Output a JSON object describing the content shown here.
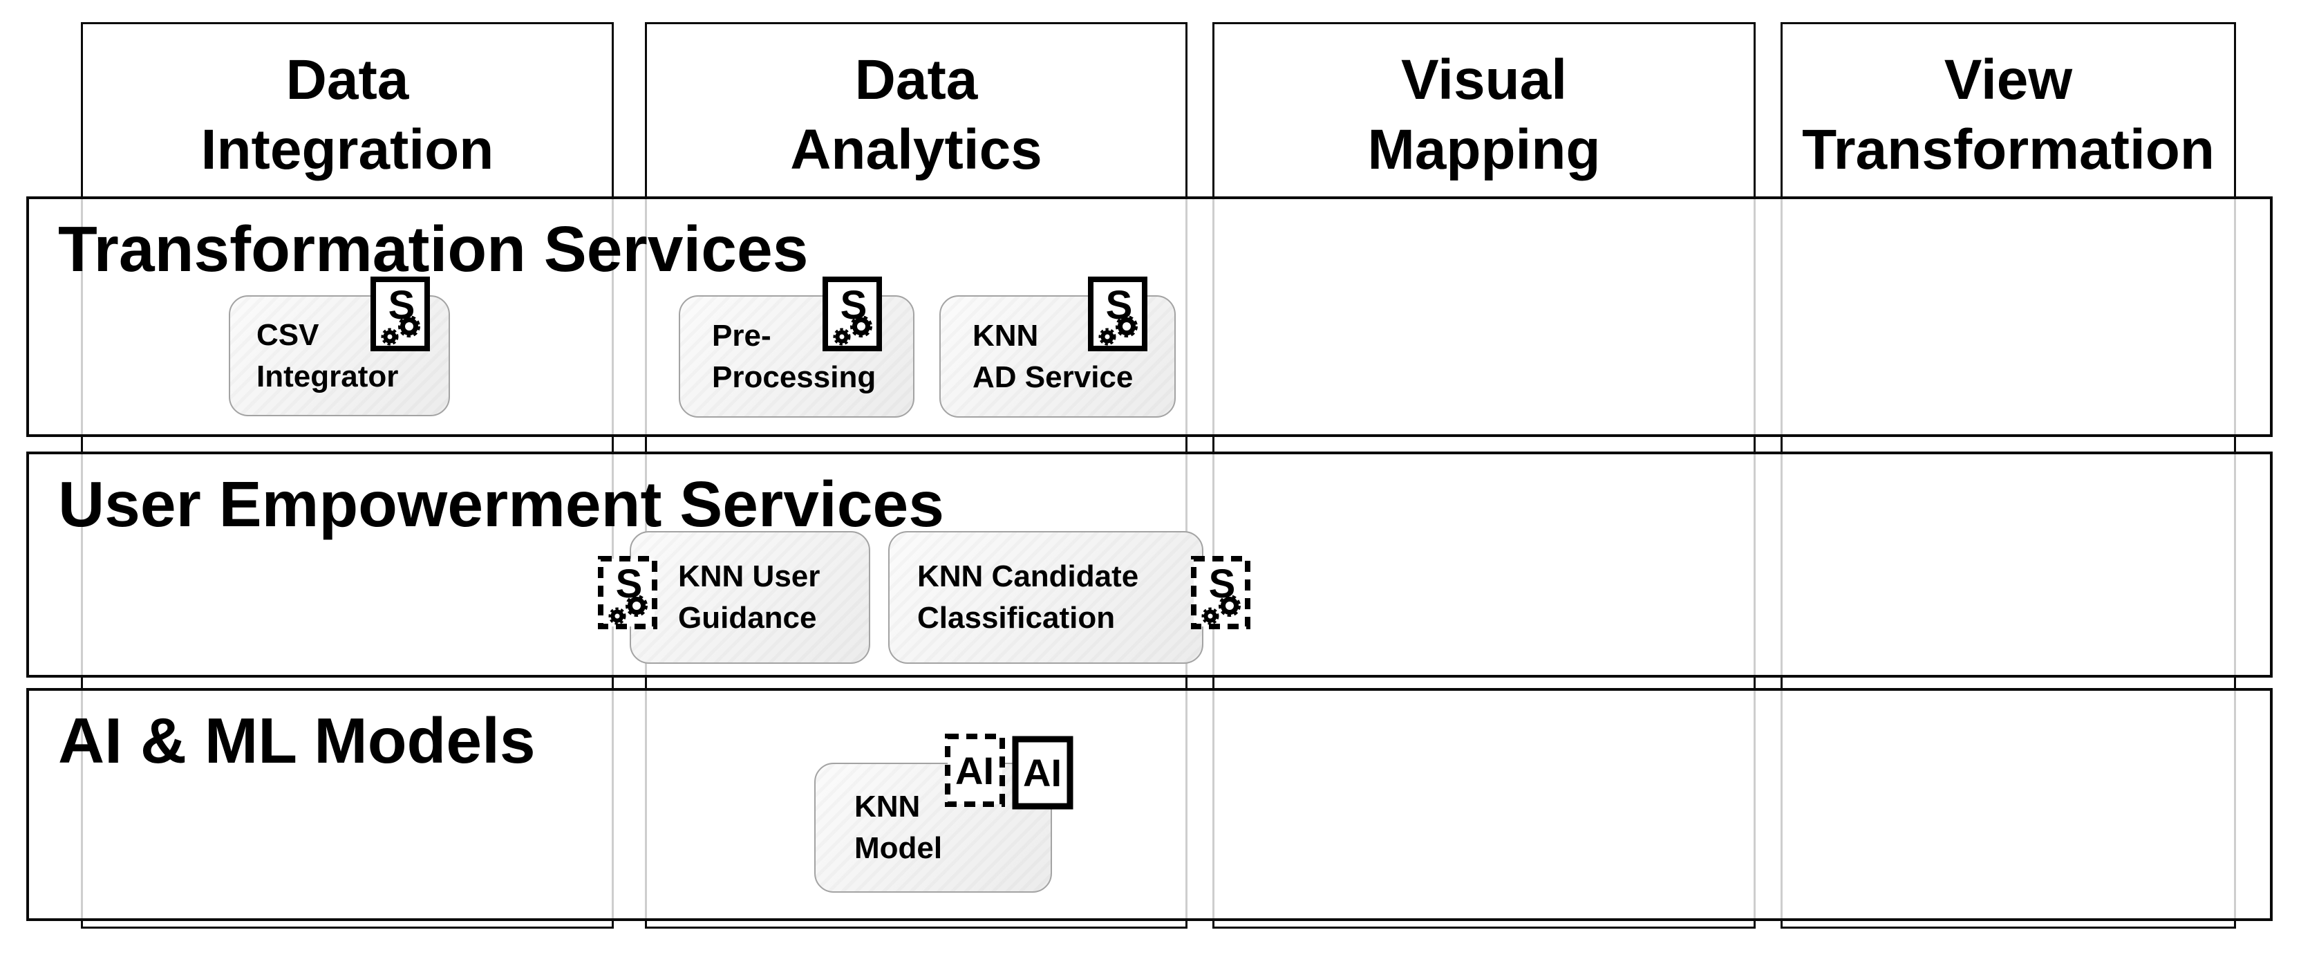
{
  "colors": {
    "background": "#ffffff",
    "line_black": "#0a0a0a",
    "line_through_row": "#c7c7c7",
    "service_box_fill": "#f1f1f1",
    "service_box_border": "#a3a3a3",
    "text": "#000000"
  },
  "grid": {
    "columns": [
      {
        "name": "data-integration",
        "line1": "Data",
        "line2": "Integration"
      },
      {
        "name": "data-analytics",
        "line1": "Data",
        "line2": "Analytics"
      },
      {
        "name": "visual-mapping",
        "line1": "Visual",
        "line2": "Mapping"
      },
      {
        "name": "view-transformation",
        "line1": "View",
        "line2": "Transformation"
      }
    ],
    "rows": [
      {
        "name": "transformation-services",
        "title": "Transformation Services"
      },
      {
        "name": "user-empowerment-services",
        "title": "User Empowerment Services"
      },
      {
        "name": "ai-ml-models",
        "title": "AI & ML Models"
      }
    ]
  },
  "services": [
    {
      "name": "csv-integrator",
      "row": "transformation-services",
      "column": "data-integration",
      "line1": "CSV",
      "line2": "Integrator",
      "badges": [
        {
          "kind": "service-gears",
          "letter": "S",
          "style": "solid"
        }
      ]
    },
    {
      "name": "pre-processing",
      "row": "transformation-services",
      "column": "data-analytics",
      "line1": "Pre-",
      "line2": "Processing",
      "badges": [
        {
          "kind": "service-gears",
          "letter": "S",
          "style": "solid"
        }
      ]
    },
    {
      "name": "knn-ad-service",
      "row": "transformation-services",
      "column": "data-analytics",
      "line1": "KNN",
      "line2": "AD Service",
      "badges": [
        {
          "kind": "service-gears",
          "letter": "S",
          "style": "solid"
        }
      ]
    },
    {
      "name": "knn-user-guidance",
      "row": "user-empowerment-services",
      "column": "data-analytics",
      "line1": "KNN User",
      "line2": "Guidance",
      "badges": [
        {
          "kind": "service-gears",
          "letter": "S",
          "style": "dashed"
        }
      ]
    },
    {
      "name": "knn-candidate-classification",
      "row": "user-empowerment-services",
      "column": "data-analytics",
      "line1": "KNN Candidate",
      "line2": "Classification",
      "badges": [
        {
          "kind": "service-gears",
          "letter": "S",
          "style": "dashed"
        }
      ]
    },
    {
      "name": "knn-model",
      "row": "ai-ml-models",
      "column": "data-analytics",
      "line1": "KNN",
      "line2": "Model",
      "badges": [
        {
          "kind": "ai",
          "letter": "AI",
          "style": "dashed"
        },
        {
          "kind": "ai",
          "letter": "AI",
          "style": "solid"
        }
      ]
    }
  ]
}
